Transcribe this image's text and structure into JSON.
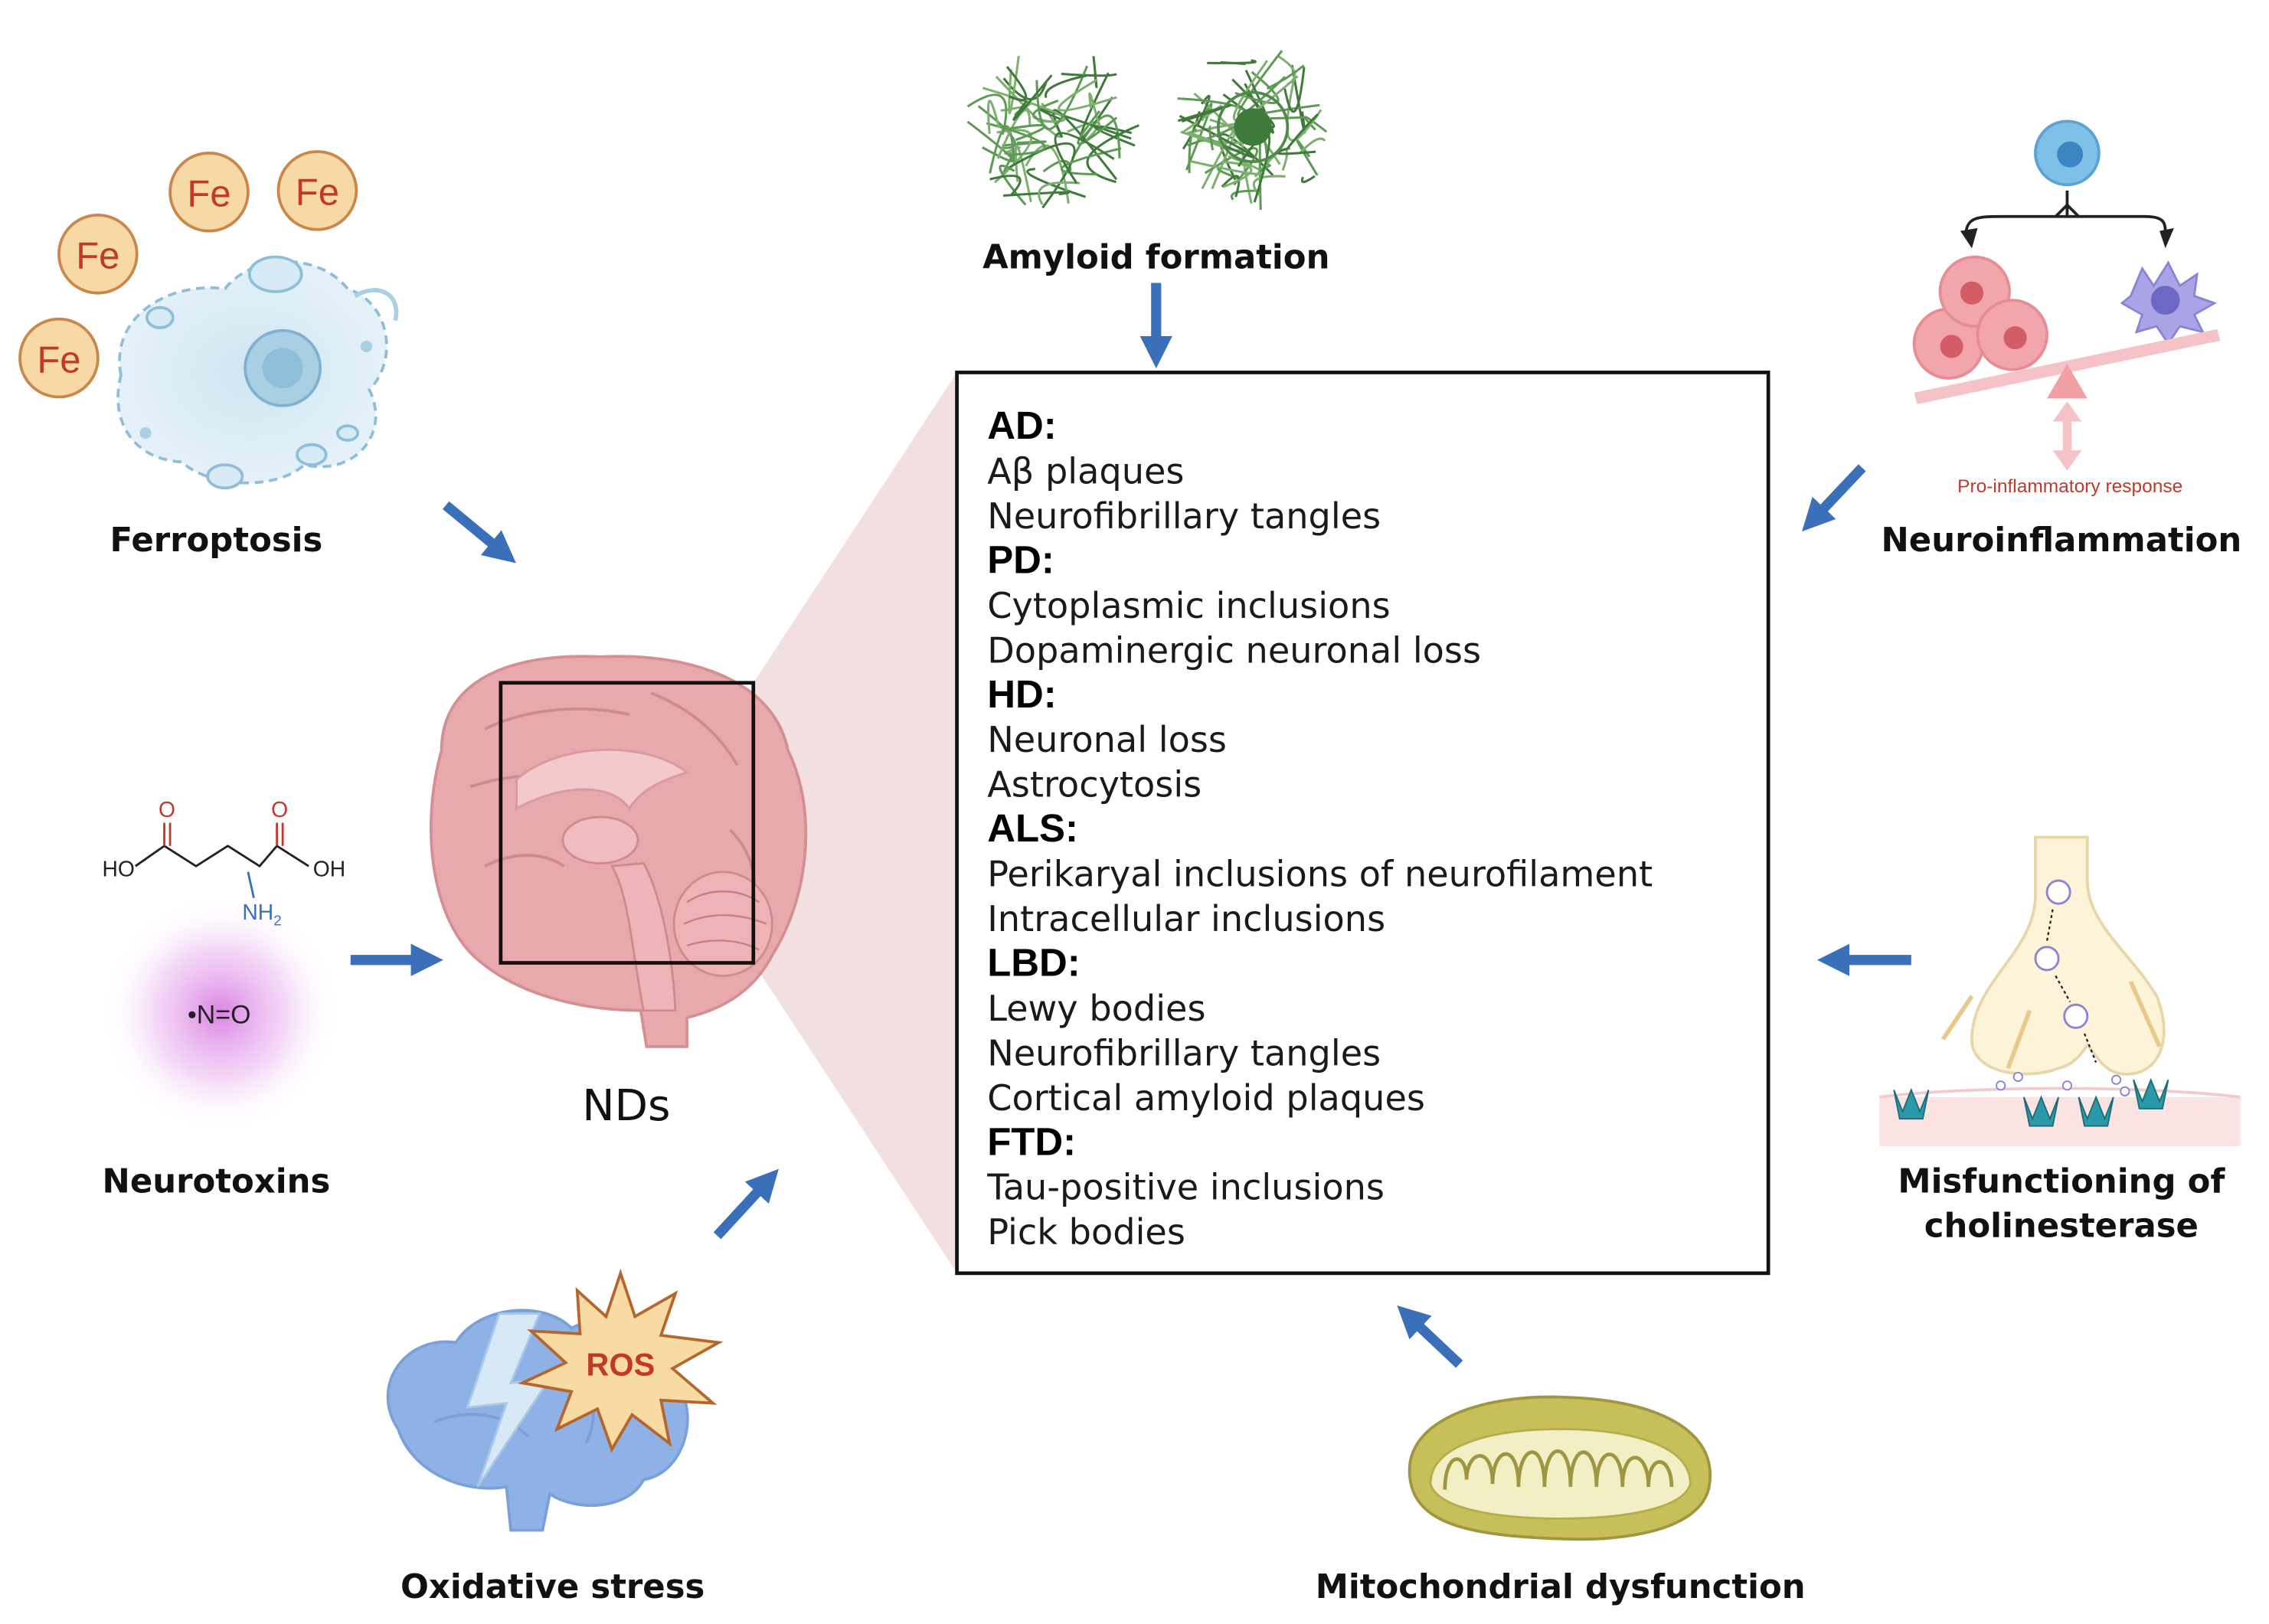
{
  "center_label": "NDs",
  "causes": {
    "ferroptosis": {
      "label": "Ferroptosis",
      "iron_symbol": "Fe"
    },
    "amyloid": {
      "label": "Amyloid formation"
    },
    "neuroinflammation": {
      "label": "Neuroinflammation",
      "response": "Pro-inflammatory response"
    },
    "neurotoxins": {
      "label": "Neurotoxins",
      "ho": "HO",
      "oh": "OH",
      "o": "O",
      "nh2": "NH",
      "nh2_sub": "2",
      "no": "•N=O"
    },
    "cholinesterase": {
      "label_line1": "Misfunctioning of",
      "label_line2": "cholinesterase"
    },
    "oxidative": {
      "label": "Oxidative stress",
      "ros": "ROS"
    },
    "mitochondrial": {
      "label": "Mitochondrial dysfunction"
    }
  },
  "panel": [
    {
      "head": "AD:",
      "items": [
        "Aβ plaques",
        "Neurofibrillary tangles"
      ]
    },
    {
      "head": "PD:",
      "items": [
        "Cytoplasmic inclusions",
        "Dopaminergic neuronal loss"
      ]
    },
    {
      "head": "HD:",
      "items": [
        "Neuronal loss",
        "Astrocytosis"
      ]
    },
    {
      "head": "ALS:",
      "items": [
        "Perikaryal inclusions of neurofilament",
        "Intracellular inclusions"
      ]
    },
    {
      "head": "LBD:",
      "items": [
        "Lewy bodies",
        "Neurofibrillary tangles",
        "Cortical amyloid plaques"
      ]
    },
    {
      "head": "FTD:",
      "items": [
        "Tau-positive inclusions",
        "Pick bodies"
      ]
    }
  ],
  "colors": {
    "arrow": "#3a6fba",
    "iron_fill": "#f6d9a6",
    "iron_text": "#c0392b",
    "brain": "#e8a9ac",
    "amyloid": "#4f8a4a",
    "ros_burst": "#f7dba3",
    "mitochondrion": "#c9bf5a"
  }
}
